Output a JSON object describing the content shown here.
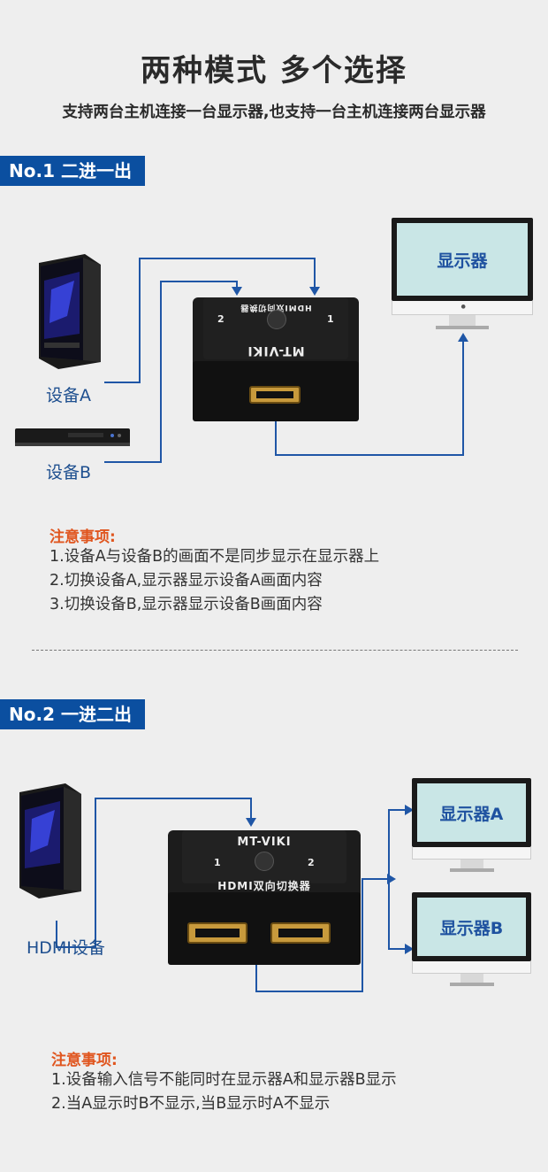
{
  "header": {
    "title": "两种模式 多个选择",
    "subtitle": "支持两台主机连接一台显示器,也支持一台主机连接两台显示器"
  },
  "mode1": {
    "badge": "No.1 二进一出",
    "device_a_label": "设备A",
    "device_b_label": "设备B",
    "monitor_label": "显示器",
    "switch_brand": "MT-VIKI",
    "switch_model": "HDMI双向切换器",
    "port1": "1",
    "port2": "2",
    "notes_title": "注意事项:",
    "notes": [
      "1.设备A与设备B的画面不是同步显示在显示器上",
      "2.切换设备A,显示器显示设备A画面内容",
      "3.切换设备B,显示器显示设备B画面内容"
    ]
  },
  "mode2": {
    "badge": "No.2 一进二出",
    "device_label": "HDMI设备",
    "monitor_a_label": "显示器A",
    "monitor_b_label": "显示器B",
    "switch_brand": "MT-VIKI",
    "switch_model": "HDMI双向切换器",
    "port1": "1",
    "port2": "2",
    "notes_title": "注意事项:",
    "notes": [
      "1.设备输入信号不能同时在显示器A和显示器B显示",
      "2.当A显示时B不显示,当B显示时A不显示"
    ]
  },
  "colors": {
    "accent": "#0b4fa0",
    "line": "#1f56a6",
    "note_title": "#e0551e",
    "screen": "#c9e6e6",
    "background": "#eeeeee"
  }
}
